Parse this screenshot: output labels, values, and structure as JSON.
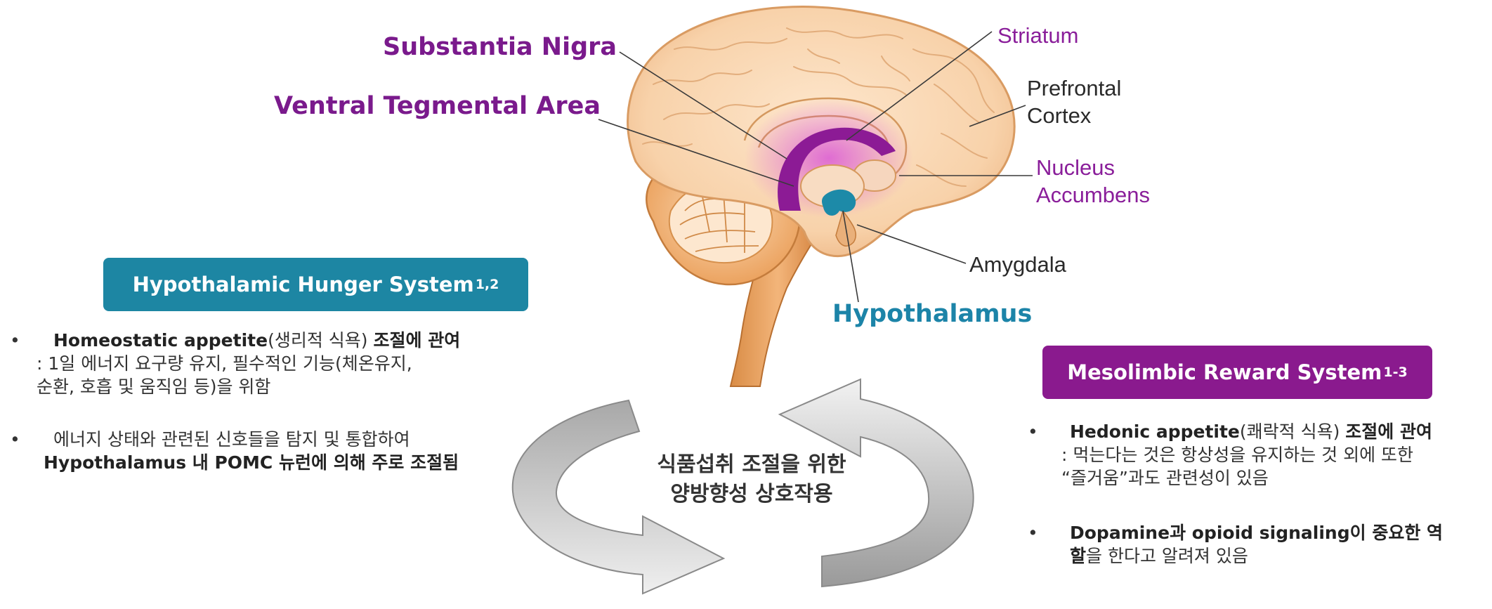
{
  "labels": {
    "substantia_nigra": "Substantia Nigra",
    "vta": "Ventral Tegmental Area",
    "striatum": "Striatum",
    "prefrontal_1": "Prefrontal",
    "prefrontal_2": "Cortex",
    "nucleus_1": "Nucleus",
    "nucleus_2": "Accumbens",
    "amygdala": "Amygdala",
    "hypothalamus": "Hypothalamus"
  },
  "left_panel": {
    "title": "Hypothalamic Hunger System",
    "title_sup": "1,2",
    "bullet_char": "•",
    "b1_bold_en": "Homeostatic appetite",
    "b1_mid": "(생리적 식욕) ",
    "b1_bold_ko": "조절에 관여",
    "b1_line2": ": 1일 에너지 요구량 유지, 필수적인 기능(체온유지,",
    "b1_line3": "순환, 호흡 및 움직임 등)을 위함",
    "b2_line1": "에너지 상태와 관련된 신호들을 탐지 및 통합하여",
    "b2_line2": "Hypothalamus 내 POMC 뉴런에 의해 주로 조절됨"
  },
  "right_panel": {
    "title": "Mesolimbic Reward System",
    "title_sup": "1-3",
    "bullet_char": "•",
    "b1_bold_en": "Hedonic appetite",
    "b1_mid": "(쾌락적 식욕) ",
    "b1_bold_ko": "조절에 관여",
    "b1_line2": ": 먹는다는 것은 항상성을 유지하는 것 외에 또한",
    "b1_line3": "“즐거움”과도 관련성이 있음",
    "b2_bold1": "Dopamine",
    "b2_mid": "과 ",
    "b2_bold2": "opioid signaling",
    "b2_bold3": "이 중요한 역",
    "b2_line2_bold": "할",
    "b2_line2_rest": "을 한다고 알려져 있음"
  },
  "center": {
    "line1": "식품섭취 조절을 위한",
    "line2": "양방향성 상호작용"
  },
  "colors": {
    "purple": "#7a1a8c",
    "teal": "#1c84a8",
    "left_header_bg": "#1d86a3",
    "right_header_bg": "#8a1a8e",
    "arrow_fill": "#d8d8d8"
  },
  "icons": {
    "brain": "brain-illustration",
    "cycle_arrows": "bidirectional-cycle-arrows"
  }
}
